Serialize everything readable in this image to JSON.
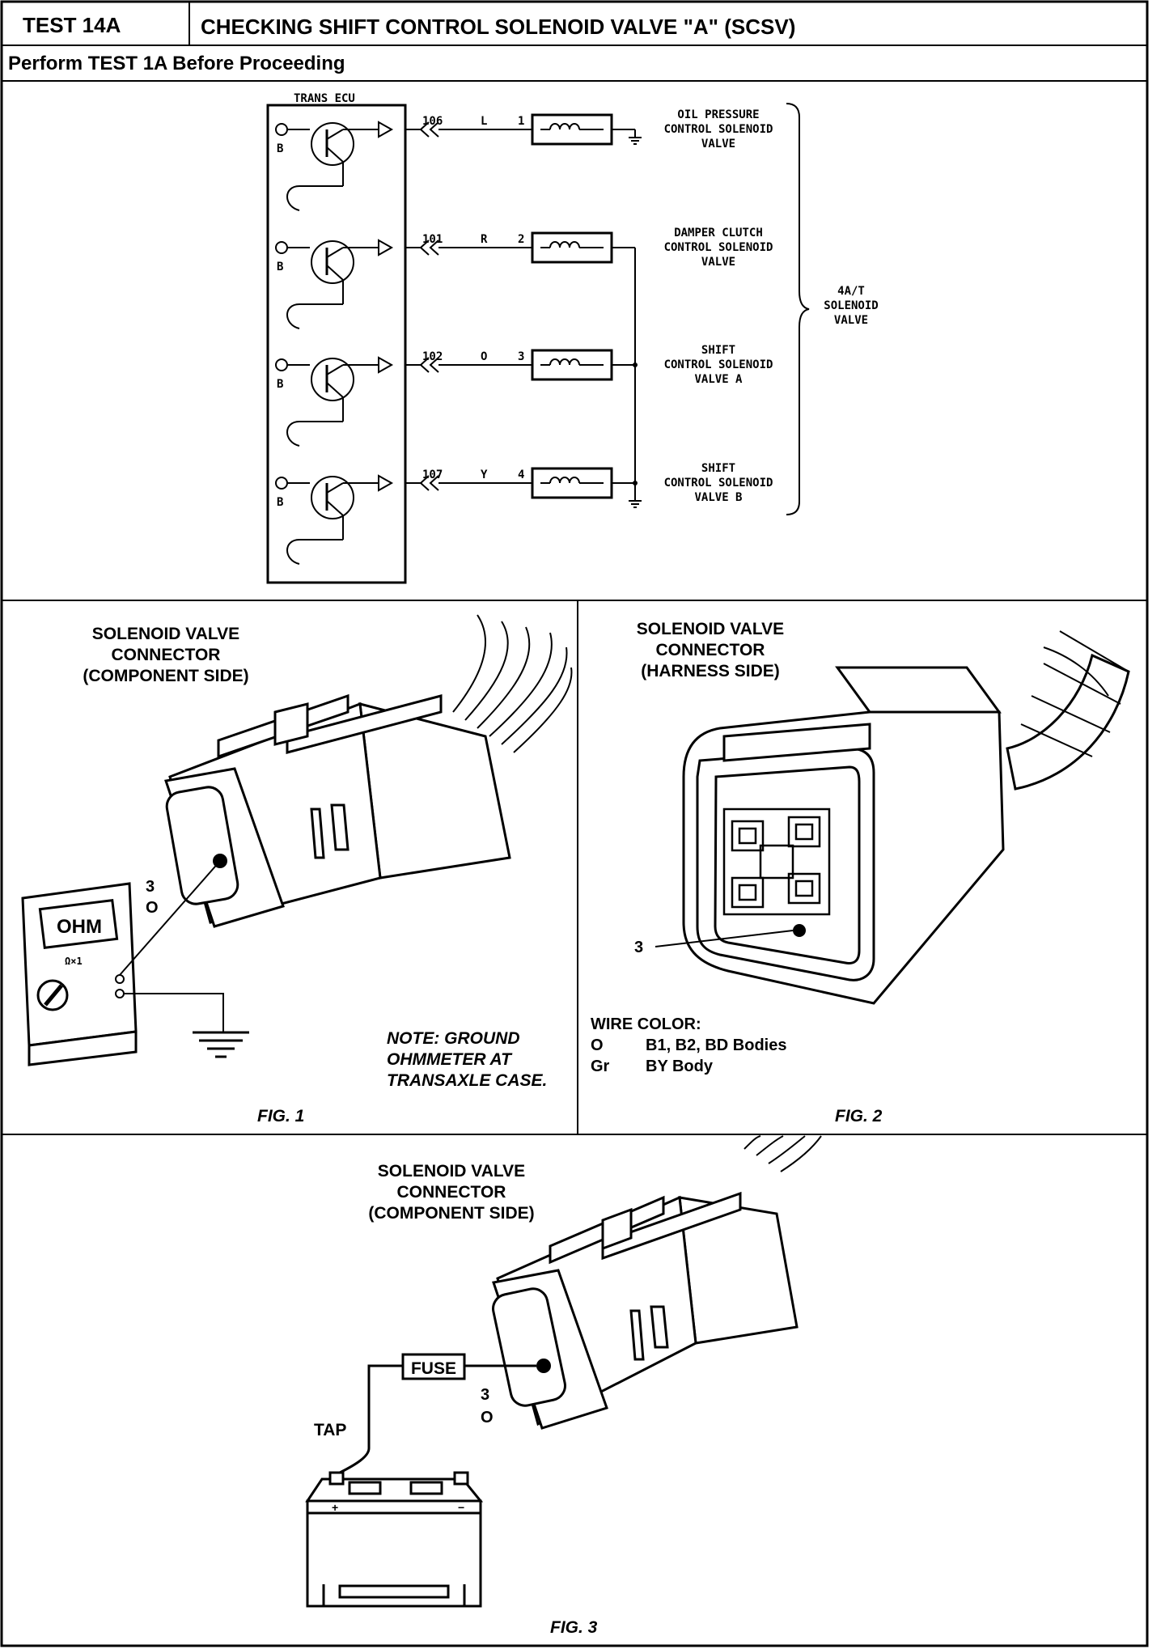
{
  "header": {
    "test_id": "TEST 14A",
    "title": "CHECKING SHIFT CONTROL SOLENOID VALVE \"A\" (SCSV)",
    "subtitle": "Perform TEST 1A Before Proceeding"
  },
  "schematic": {
    "ecu_label": "TRANS ECU",
    "b_label": "B",
    "circuits": [
      {
        "wire": "106",
        "color": "L",
        "pin": "1",
        "name": [
          "OIL PRESSURE",
          "CONTROL SOLENOID",
          "VALVE"
        ]
      },
      {
        "wire": "101",
        "color": "R",
        "pin": "2",
        "name": [
          "DAMPER CLUTCH",
          "CONTROL SOLENOID",
          "VALVE"
        ]
      },
      {
        "wire": "102",
        "color": "O",
        "pin": "3",
        "name": [
          "SHIFT",
          "CONTROL SOLENOID",
          "VALVE A"
        ]
      },
      {
        "wire": "107",
        "color": "Y",
        "pin": "4",
        "name": [
          "SHIFT",
          "CONTROL SOLENOID",
          "VALVE B"
        ]
      }
    ],
    "group_label": [
      "4A/T",
      "SOLENOID",
      "VALVE"
    ]
  },
  "fig1": {
    "caption": [
      "SOLENOID VALVE",
      "CONNECTOR",
      "(COMPONENT SIDE)"
    ],
    "pin_label": "3",
    "pin_sub": "O",
    "meter_display": "OHM",
    "meter_range": "Ω×1",
    "note": [
      "NOTE: GROUND",
      "OHMMETER AT",
      "TRANSAXLE CASE."
    ],
    "fig_label": "FIG. 1"
  },
  "fig2": {
    "caption": [
      "SOLENOID VALVE",
      "CONNECTOR",
      "(HARNESS SIDE)"
    ],
    "pin_label": "3",
    "wire_color_heading": "WIRE COLOR:",
    "wire_colors": [
      {
        "code": "O",
        "desc": "B1, B2, BD Bodies"
      },
      {
        "code": "Gr",
        "desc": "BY Body"
      }
    ],
    "fig_label": "FIG. 2"
  },
  "fig3": {
    "caption": [
      "SOLENOID VALVE",
      "CONNECTOR",
      "(COMPONENT SIDE)"
    ],
    "fuse_label": "FUSE",
    "tap_label": "TAP",
    "pin_label": "3",
    "pin_sub": "O",
    "plus": "+",
    "minus": "−",
    "fig_label": "FIG. 3"
  }
}
